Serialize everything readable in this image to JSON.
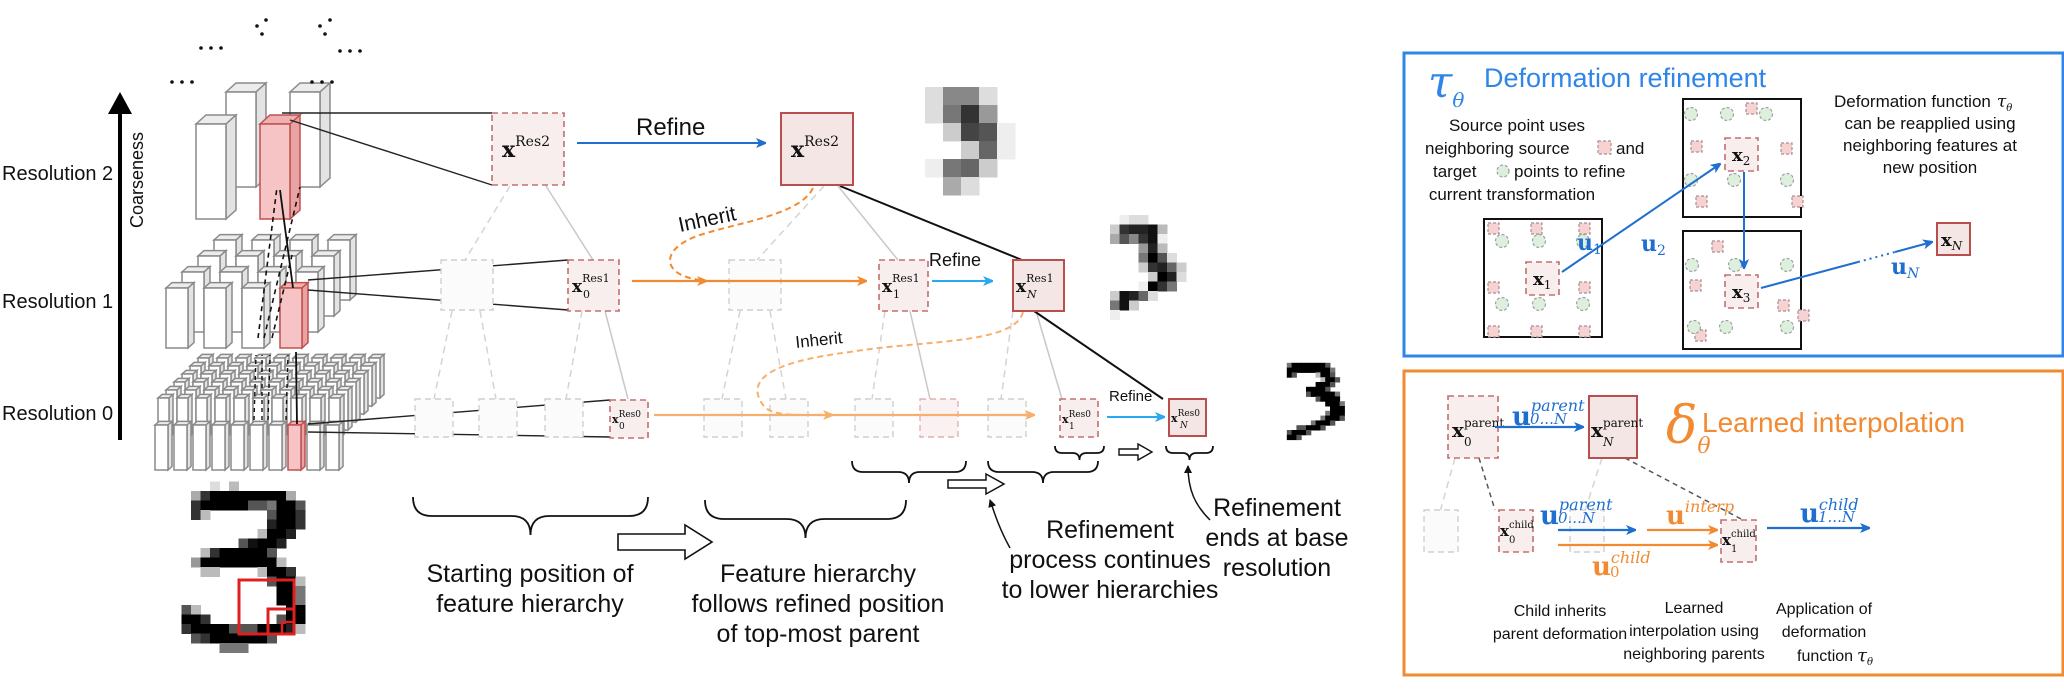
{
  "colors": {
    "blue": "#1f6fd0",
    "light_blue": "#2aa8f0",
    "orange": "#f28a32",
    "light_orange": "#f7b06c",
    "red_box": "#b84e4e",
    "panel_blue": "#2f86e8",
    "panel_orange": "#f28a32"
  },
  "left": {
    "axis_label": "Coarseness",
    "resolutions": [
      "Resolution 2",
      "Resolution 1",
      "Resolution 0"
    ]
  },
  "hierarchy": {
    "refine_top": "Refine",
    "refine_mid": "Refine",
    "refine_low": "Refine",
    "inherit_1": "Inherit",
    "inherit_2": "Inherit",
    "nodes": {
      "res2_start": {
        "base": "x",
        "sup": "Res2",
        "sub": ""
      },
      "res2_end": {
        "base": "x",
        "sup": "Res2",
        "sub": ""
      },
      "res1_0": {
        "base": "x",
        "sup": "Res1",
        "sub": "0"
      },
      "res1_1": {
        "base": "x",
        "sup": "Res1",
        "sub": "1"
      },
      "res1_N": {
        "base": "x",
        "sup": "Res1",
        "sub": "N"
      },
      "res0_0": {
        "base": "x",
        "sup": "Res0",
        "sub": "0"
      },
      "res0_1": {
        "base": "x",
        "sup": "Res0",
        "sub": "1"
      },
      "res0_N": {
        "base": "x",
        "sup": "Res0",
        "sub": "N"
      }
    }
  },
  "captions": {
    "starting": [
      "Starting position of",
      "feature hierarchy"
    ],
    "follows": [
      "Feature hierarchy",
      "follows refined position",
      "of top-most parent"
    ],
    "continues": [
      "Refinement",
      "process continues",
      "to lower hierarchies"
    ],
    "ends": [
      "Refinement",
      "ends at base",
      "resolution"
    ]
  },
  "deformation_panel": {
    "symbol": "τ",
    "symbol_sub": "θ",
    "title": "Deformation refinement",
    "left_text": [
      "Source point uses",
      "neighboring source",
      "and",
      "target",
      "points to refine",
      "current transformation"
    ],
    "right_text": [
      "Deformation function",
      "can be reapplied using",
      "neighboring features at",
      "new position"
    ],
    "points": {
      "x1": "1",
      "x2": "2",
      "x3": "3",
      "xN": "N",
      "base": "x"
    },
    "vectors": {
      "base": "u",
      "u1": "1",
      "u2": "2",
      "uN": "N"
    }
  },
  "interpolation_panel": {
    "symbol": "δ",
    "symbol_sub": "θ",
    "title": "Learned interpolation",
    "nodes": {
      "x0_parent": {
        "base": "x",
        "sup": "parent",
        "sub": "0"
      },
      "xN_parent": {
        "base": "x",
        "sup": "parent",
        "sub": "N"
      },
      "x0_child": {
        "base": "x",
        "sup": "child",
        "sub": "0"
      },
      "x1_child": {
        "base": "x",
        "sup": "child",
        "sub": "1"
      }
    },
    "vectors": {
      "u_parent_top": {
        "base": "u",
        "sup": "parent",
        "sub": "0...N"
      },
      "u_parent_mid": {
        "base": "u",
        "sup": "parent",
        "sub": "0...N"
      },
      "u_interp": {
        "base": "u",
        "sup": "interp",
        "sub": ""
      },
      "u_child0": {
        "base": "u",
        "sup": "child",
        "sub": "0"
      },
      "u_child1N": {
        "base": "u",
        "sup": "child",
        "sub": "1...N"
      }
    },
    "captions": {
      "inherit": [
        "Child inherits",
        "parent deformation"
      ],
      "learned": [
        "Learned",
        "interpolation using",
        "neighboring parents"
      ],
      "application": [
        "Application of",
        "deformation",
        "function"
      ]
    }
  }
}
